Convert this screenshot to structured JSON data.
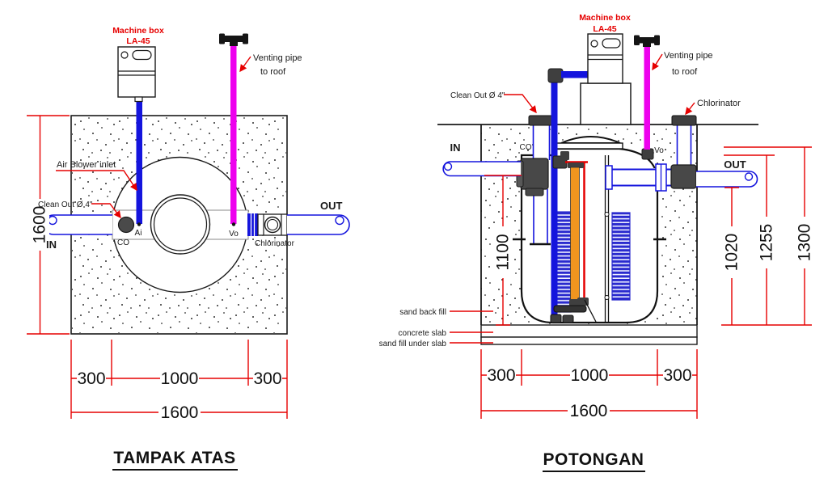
{
  "drawing": {
    "tampak_atas": {
      "title": "TAMPAK ATAS",
      "machine_box_line1": "Machine box",
      "machine_box_line2": "LA-45",
      "venting_line1": "Venting pipe",
      "venting_line2": "to roof",
      "air_blower": "Air Blower inlet",
      "clean_out": "Clean Out Ø 4\"",
      "chlorinator": "Chlorinator",
      "in_label": "IN",
      "out_label": "OUT",
      "port_co": "CO",
      "port_ai": "Ai",
      "port_vo": "Vo",
      "dim_height": "1600",
      "dim_left": "300",
      "dim_mid": "1000",
      "dim_right": "300",
      "dim_total": "1600"
    },
    "potongan": {
      "title": "POTONGAN",
      "machine_box_line1": "Machine box",
      "machine_box_line2": "LA-45",
      "venting_line1": "Venting pipe",
      "venting_line2": "to roof",
      "clean_out": "Clean Out Ø 4\"",
      "chlorinator": "Chlorinator",
      "in_label": "IN",
      "out_label": "OUT",
      "port_co": "CO",
      "port_vo": "Vo",
      "sand_back_fill": "sand back fill",
      "concrete_slab": "concrete slab",
      "sand_fill_under_slab": "sand fill under slab",
      "dim_pipe_invert_depth": "1100",
      "dim_outlet_invert_depth": "1020",
      "dim_mid_depth": "1255",
      "dim_total_depth": "1300",
      "dim_left": "300",
      "dim_mid": "1000",
      "dim_right": "300",
      "dim_total": "1600"
    },
    "colors": {
      "red": "#e60000",
      "blue": "#1414dd",
      "magenta": "#ee00ee",
      "orange": "#f0951f",
      "hatch_blue": "#2a2ace",
      "dark_fitting": "#3f3f3f"
    }
  }
}
